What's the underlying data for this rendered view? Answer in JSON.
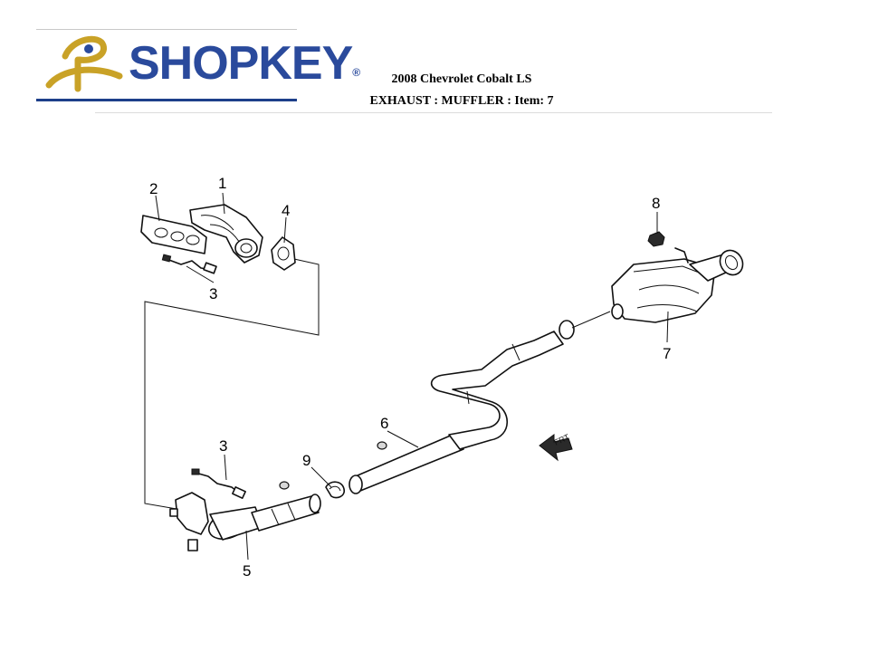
{
  "brand": {
    "name": "SHOPKEY",
    "tm": "®"
  },
  "header": {
    "vehicle": "2008 Chevrolet Cobalt LS",
    "path": "EXHAUST : MUFFLER : Item: 7"
  },
  "callouts": [
    {
      "id": "c1",
      "label": "1"
    },
    {
      "id": "c2",
      "label": "2"
    },
    {
      "id": "c3a",
      "label": "3"
    },
    {
      "id": "c4",
      "label": "4"
    },
    {
      "id": "c3b",
      "label": "3"
    },
    {
      "id": "c5",
      "label": "5"
    },
    {
      "id": "c6",
      "label": "6"
    },
    {
      "id": "c7",
      "label": "7"
    },
    {
      "id": "c8",
      "label": "8"
    },
    {
      "id": "c9",
      "label": "9"
    }
  ],
  "front_arrow_label": "FRT",
  "colors": {
    "brand_blue": "#2a4a9c",
    "brand_gold": "#c9a227"
  }
}
